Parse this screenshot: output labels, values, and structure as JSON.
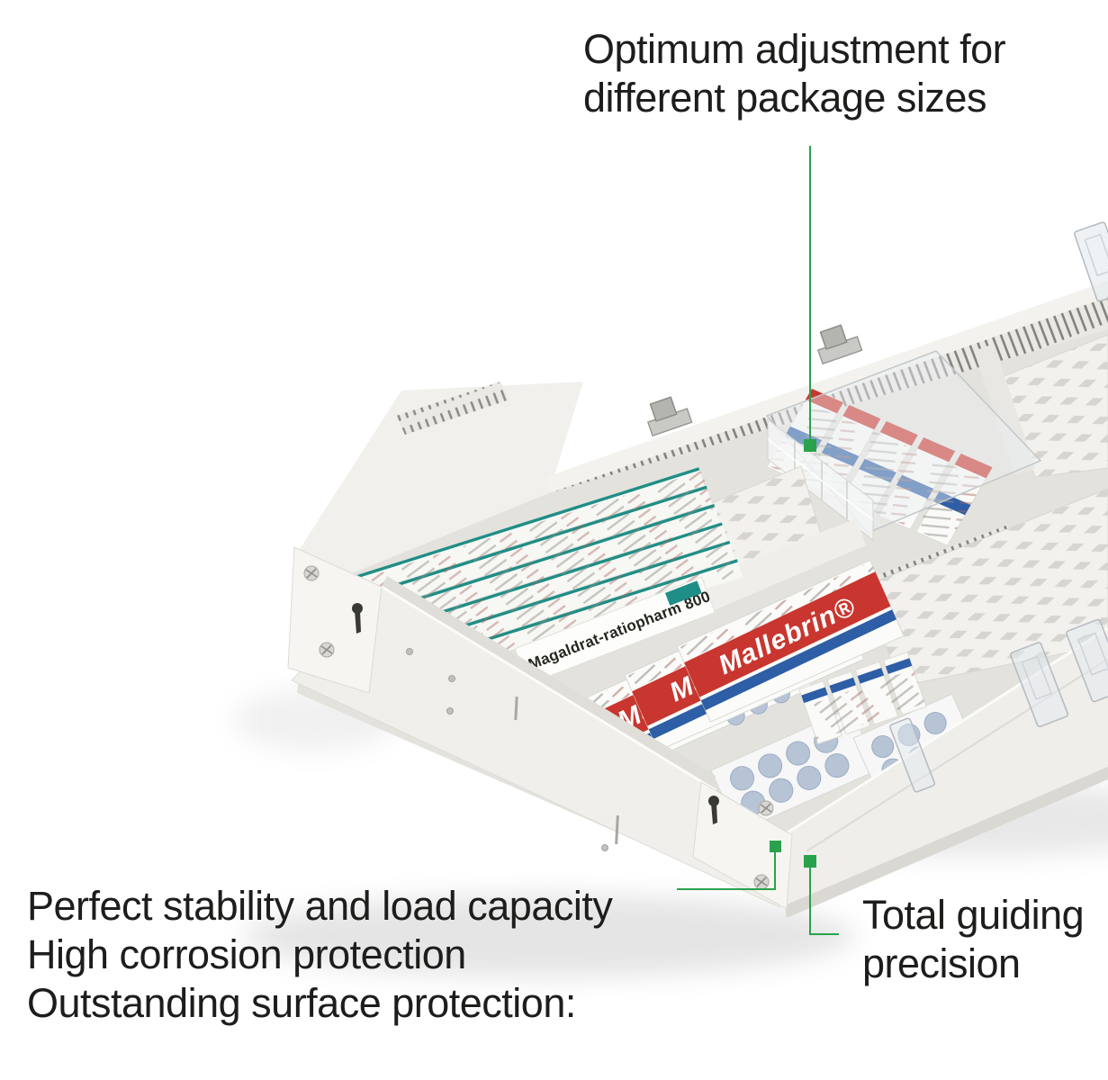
{
  "annotations": {
    "top": {
      "line1": "Optimum adjustment for",
      "line2": "different package sizes"
    },
    "bottom_left": {
      "line1": "Perfect stability and load capacity",
      "line2": "High corrosion protection",
      "line3": "Outstanding surface protection:"
    },
    "bottom_right": {
      "line1": "Total guiding",
      "line2": "precision"
    }
  },
  "products": {
    "magaldrat": "Magaldrat-ratiopharm 800",
    "mallebrin": "Mallebrin®"
  },
  "style": {
    "callout_green": "#2aa24c",
    "mallebrin_red": "#c9362f",
    "stripe_blue": "#2d5ea6",
    "magaldrat_teal": "#1f8e86",
    "text_color": "#1d1d1b",
    "drawer_light": "#f2f1ed",
    "drawer_mid": "#e3e2dd"
  }
}
